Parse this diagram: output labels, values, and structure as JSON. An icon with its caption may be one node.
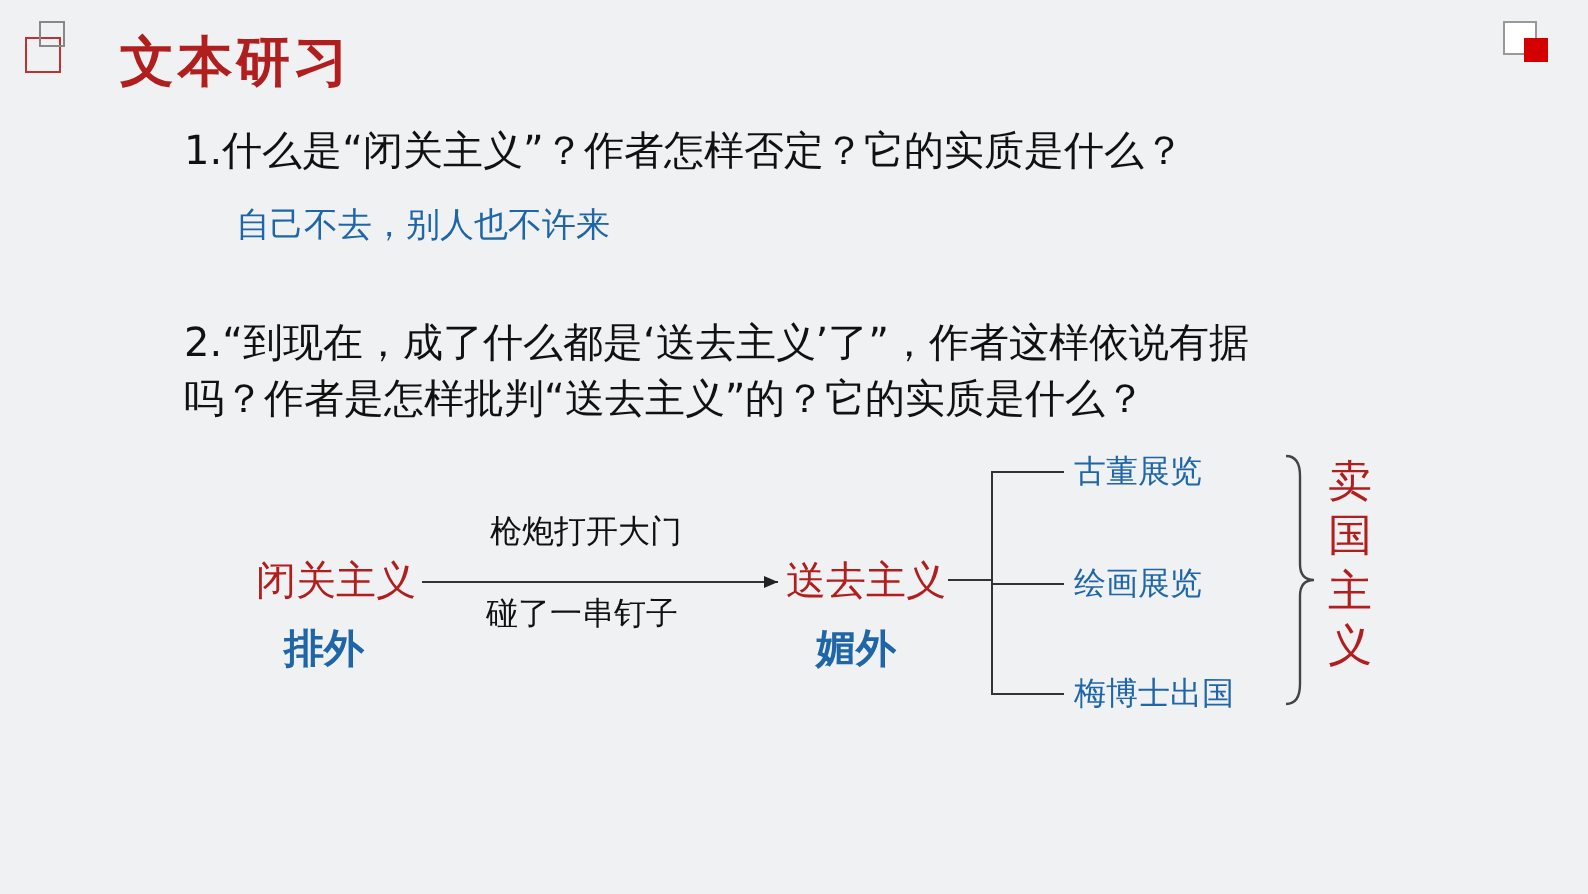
{
  "diagram": {
    "title": "文本研习",
    "nodes": [
      {
        "text": [
          "闭关主义"
        ],
        "beside": [
          "排外"
        ]
      },
      {
        "text": [
          "送去主义"
        ],
        "beside": [
          "媚外"
        ]
      },
      {
        "text": [
          "古董展览"
        ]
      },
      {
        "text": [
          "绘画展览"
        ]
      },
      {
        "text": [
          "梅博士出国"
        ]
      },
      {
        "text": [
          "卖国主义"
        ]
      }
    ],
    "edges": [
      {
        "from": 0,
        "to": 1,
        "arrow": "to",
        "label": "枪炮打开大门"
      },
      {
        "from": 1,
        "to": 2,
        "arrow": "none"
      },
      {
        "from": 1,
        "to": 3,
        "arrow": "none"
      },
      {
        "from": 1,
        "to": 4,
        "arrow": "none"
      }
    ],
    "labels": [
      "1.什么是“闭关主义”？作者怎样否定？它的实质是什么？",
      "自己不去，别人也不许来",
      "2.“到现在，成了什么都是‘送去主义’了”，作者这样依说有据吗？作者是怎样批判“送去主义”的？它的实质是什么？",
      "碰了一串钉子"
    ]
  }
}
